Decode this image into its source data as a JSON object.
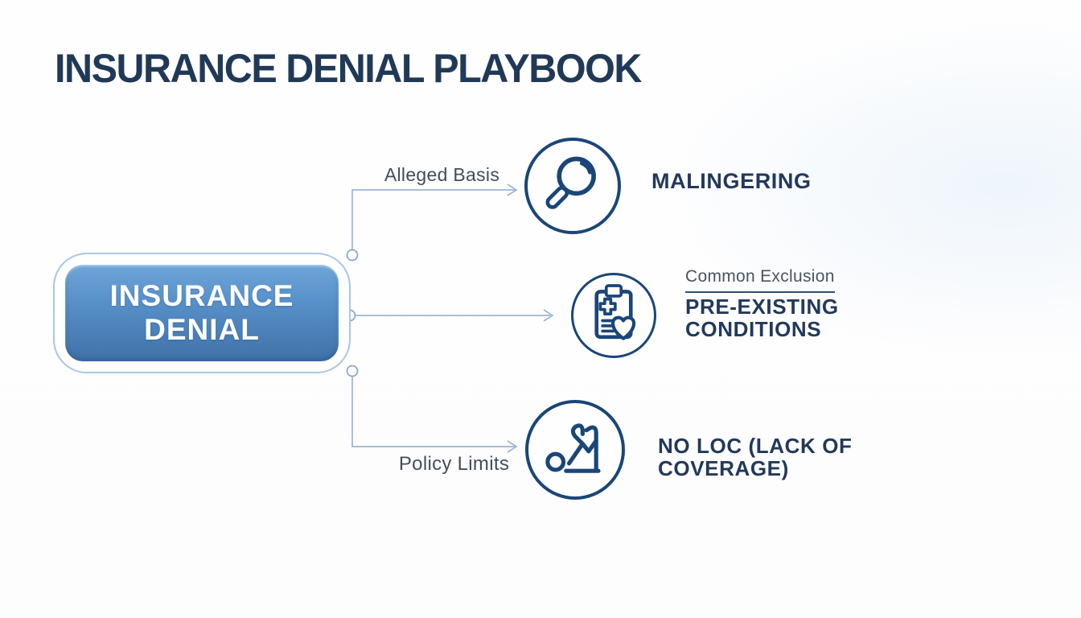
{
  "title": "INSURANCE DENIAL PLAYBOOK",
  "root_node": {
    "label": "INSURANCE DENIAL"
  },
  "branches": [
    {
      "connector_label": "Alleged Basis",
      "icon": "magnifier-icon",
      "heading": "MALINGERING"
    },
    {
      "eyebrow": "Common Exclusion",
      "icon": "medical-clipboard-heart-icon",
      "heading": "PRE-EXISTING CONDITIONS"
    },
    {
      "connector_label": "Policy Limits",
      "icon": "fallen-person-icon",
      "heading": "NO LOC (LACK OF COVERAGE)"
    }
  ],
  "colors": {
    "title_navy": "#203957",
    "heading_navy": "#22395a",
    "icon_stroke_navy": "#1a4678",
    "connector_line": "#9cb6cf",
    "connector_dot_stroke": "#8aa7c3",
    "node_gradient_top": "#6ea6da",
    "node_gradient_bottom": "#3f72a8",
    "node_outline": "#a9c7e3",
    "label_gray": "#414e5b",
    "eyebrow_gray": "#48555f",
    "eyebrow_underline": "#33506e"
  }
}
